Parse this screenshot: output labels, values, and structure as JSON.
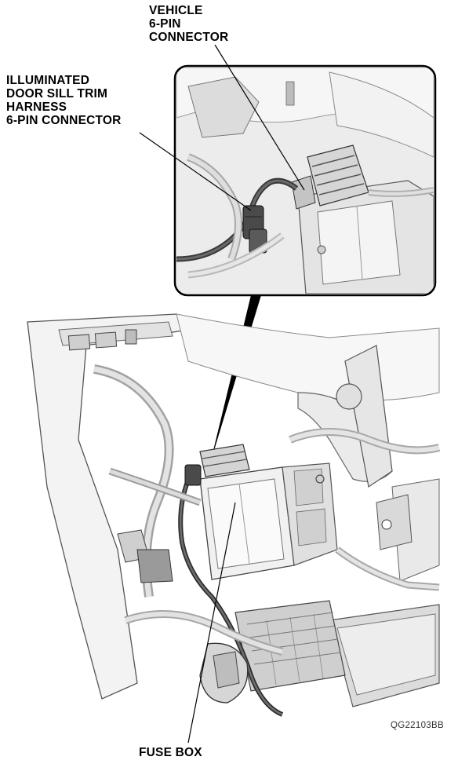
{
  "labels": {
    "vehicle_connector": [
      "VEHICLE",
      "6-PIN",
      "CONNECTOR"
    ],
    "illuminated_connector": [
      "ILLUMINATED",
      "DOOR SILL TRIM",
      "HARNESS",
      "6-PIN CONNECTOR"
    ],
    "fuse_box": "FUSE BOX"
  },
  "figure_code": "QG22103BB",
  "colors": {
    "line": "#000000",
    "shade_light": "#ededed",
    "shade_mid": "#c8c8c8",
    "shade_dark": "#8a8a8a",
    "cable": "#3a3a3a"
  }
}
